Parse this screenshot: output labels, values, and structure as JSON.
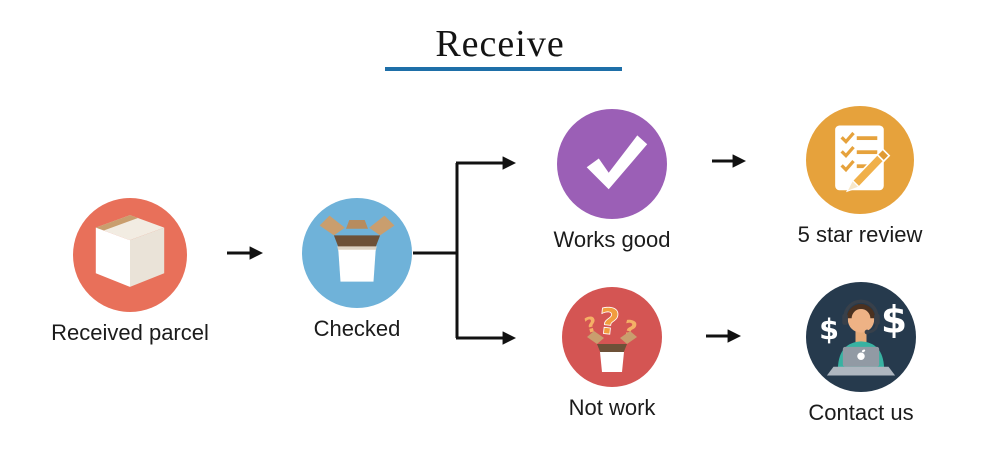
{
  "title": {
    "text": "Receive",
    "underline_color": "#1e6fa8"
  },
  "flow": {
    "arrow_color": "#111111",
    "nodes": [
      {
        "id": "received-parcel",
        "label": "Received parcel",
        "color": "#e8705a",
        "icon": "parcel-box-icon"
      },
      {
        "id": "checked",
        "label": "Checked",
        "color": "#6fb2d9",
        "icon": "open-box-icon"
      },
      {
        "id": "works-good",
        "label": "Works good",
        "color": "#9b5fb6",
        "icon": "checkmark-icon"
      },
      {
        "id": "five-star-review",
        "label": "5 star review",
        "color": "#e6a23c",
        "icon": "review-note-pencil-icon"
      },
      {
        "id": "not-work",
        "label": "Not work",
        "color": "#d45553",
        "icon": "question-marks-box-icon"
      },
      {
        "id": "contact-us",
        "label": "Contact us",
        "color": "#263a4d",
        "icon": "support-agent-icon"
      }
    ]
  }
}
